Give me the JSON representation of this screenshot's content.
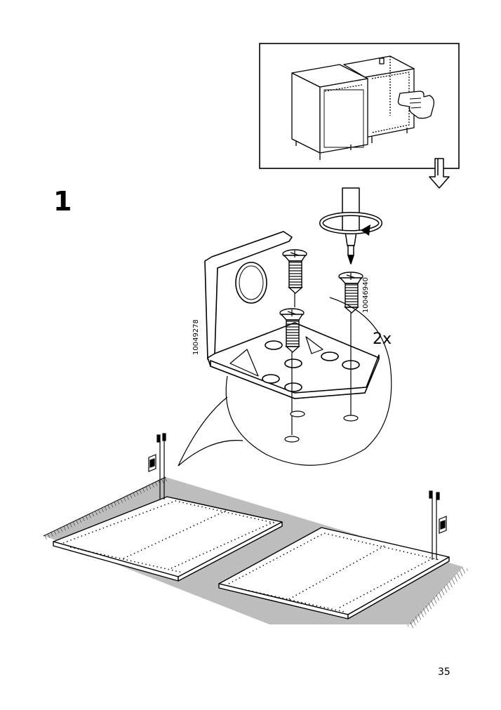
{
  "step": {
    "number": "1"
  },
  "screw_a": {
    "article": "10049278"
  },
  "screw_b": {
    "article": "10046940",
    "quantity": "2x"
  },
  "page": {
    "number": "35"
  },
  "icons": [
    "overview-cabinet-icon",
    "pointing-hand-icon",
    "proceed-arrow-icon",
    "screwdriver-icon",
    "rotation-arrow-icon",
    "corner-bracket-icon",
    "screw-icon",
    "panel-icon"
  ],
  "colors": {
    "line": "#000000",
    "floor": "#bdbdbd",
    "background": "#ffffff"
  }
}
